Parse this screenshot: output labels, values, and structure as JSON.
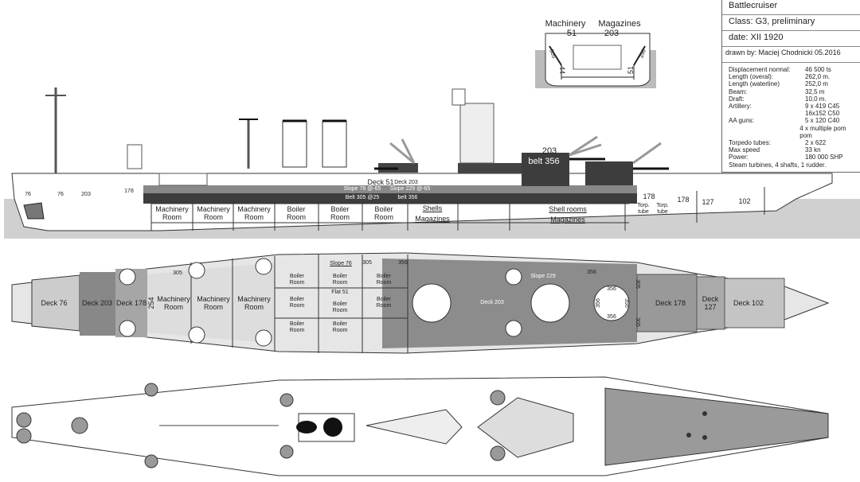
{
  "info": {
    "type": "Battlecruiser",
    "class": "Class: G3, preliminary",
    "date": "date: XII 1920",
    "drawn_by": "drawn by: Maciej Chodnicki 05.2016",
    "specs": [
      {
        "k": "Displacement normal:",
        "v": "46 500 ts"
      },
      {
        "k": "Length (overal):",
        "v": "262,0 m."
      },
      {
        "k": "Length (waterline)",
        "v": "252,0 m"
      },
      {
        "k": "Beam:",
        "v": "32,5 m"
      },
      {
        "k": "Draft:",
        "v": "10,0 m."
      },
      {
        "k": "Artillery:",
        "v": "9 x 419 C45"
      },
      {
        "k": "",
        "v": "16x152 C50"
      },
      {
        "k": "AA guns:",
        "v": "5 x 120 C40"
      },
      {
        "k": "",
        "v": "4 x multiple pom pom"
      },
      {
        "k": "Torpedo tubes:",
        "v": "2 x 622"
      },
      {
        "k": "Max speed",
        "v": "33 kn"
      },
      {
        "k": "Power:",
        "v": "180 000 SHP"
      }
    ],
    "machinery": "Steam turbines, 4 shafts, 1 rudder."
  },
  "section": {
    "machinery": "Machinery",
    "magazines": "Magazines",
    "d51": "51",
    "d203": "203",
    "s305": "305",
    "s356": "356",
    "b44": "44",
    "b51": "51"
  },
  "side": {
    "deck51": "Deck 51",
    "deck203": "Deck 203",
    "slope76": "Slope 76 @-65",
    "slope229": "Slope 229 @-65",
    "belt305": "Belt 305 @25",
    "belt356": "belt 356",
    "rooms": [
      "Machinery Room",
      "Machinery Room",
      "Machinery Room",
      "Boiler Room",
      "Boiler Room",
      "Boiler Room"
    ],
    "shells": "Shells",
    "magazines": "Magazines",
    "shell_rooms": "Shell rooms",
    "magazines2": "Magazines",
    "n76a": "76",
    "n76b": "76",
    "n203": "203",
    "n178a": "178",
    "n178b": "178",
    "n178c": "178",
    "n127": "127",
    "n102": "102",
    "torp1": "Torp. tube",
    "torp2": "Torp. tube",
    "t203": "203"
  },
  "plan": {
    "deck76": "Deck 76",
    "deck203": "Deck 203",
    "deck178": "Deck 178",
    "n254": "254",
    "mach": [
      "Machinery Room",
      "Machinery Room",
      "Machinery Room"
    ],
    "boiler": [
      "Boiler Room",
      "Boiler Room",
      "Boiler Room",
      "Boiler Room",
      "Boiler Room",
      "Boiler Room",
      "Boiler Room",
      "Boiler Room"
    ],
    "slope76": "Slope 76",
    "n305a": "305",
    "n305b": "305",
    "n356a": "356",
    "flat51": "Flat 51",
    "deck203c": "Deck 203",
    "slope229": "Slope 229",
    "n356b": "356",
    "b356": [
      "356",
      "356",
      "356",
      "356"
    ],
    "n305c": "305",
    "n305d": "305",
    "deck178f": "Deck 178",
    "deck127": "Deck 127",
    "deck102": "Deck 102"
  }
}
